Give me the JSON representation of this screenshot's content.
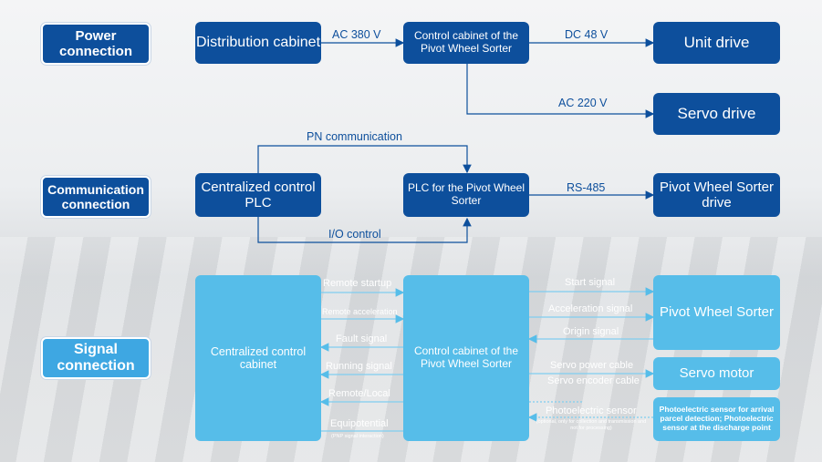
{
  "categories": {
    "power": "Power connection",
    "communication": "Communication connection",
    "signal": "Signal connection"
  },
  "power": {
    "distribution": "Distribution cabinet",
    "control_cabinet": "Control cabinet of the Pivot Wheel Sorter",
    "unit_drive": "Unit drive",
    "servo_drive": "Servo drive",
    "ac380": "AC 380 V",
    "dc48": "DC 48 V",
    "ac220": "AC 220 V"
  },
  "communication": {
    "centralized_plc": "Centralized control PLC",
    "plc_pivot": "PLC for the Pivot Wheel Sorter",
    "pivot_drive": "Pivot Wheel Sorter drive",
    "pn": "PN communication",
    "rs485": "RS-485",
    "io": "I/O control"
  },
  "signal": {
    "centralized_cabinet": "Centralized control cabinet",
    "control_cabinet": "Control cabinet of the Pivot Wheel Sorter",
    "pivot_sorter": "Pivot Wheel Sorter",
    "servo_motor": "Servo motor",
    "photo_box": "Photoelectric sensor for arrival parcel detection; Photoelectric sensor at the discharge point",
    "left": {
      "remote_startup": "Remote startup",
      "remote_acceleration": "Remote acceleration",
      "fault": "Fault signal",
      "running": "Running signal",
      "remote_local": "Remote/Local",
      "equipotential": "Equipotential",
      "pnp": "(PNP signal interaction)"
    },
    "right": {
      "start": "Start signal",
      "acceleration": "Acceleration signal",
      "origin": "Origin signal",
      "servo_power": "Servo power cable",
      "servo_encoder": "Servo encoder cable",
      "photo": "Photoelectric sensor",
      "photo_note": "(optional, only for collection and transmission and not for processing)"
    }
  }
}
